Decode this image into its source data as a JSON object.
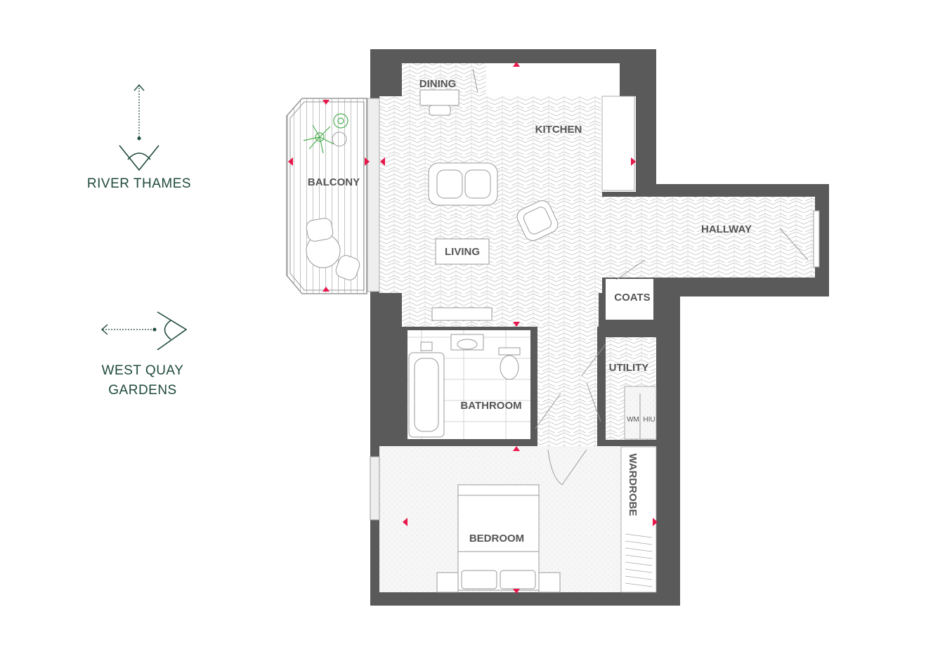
{
  "colors": {
    "wall": "#5a5a5a",
    "floor_line": "#c9c9c9",
    "fixture_line": "#9a9a9a",
    "marker": "#e8174a",
    "plant": "#4caf50",
    "view_text": "#1f4a3c"
  },
  "views": [
    {
      "label": "RIVER THAMES",
      "direction": "north"
    },
    {
      "label_line1": "WEST QUAY",
      "label_line2": "GARDENS",
      "direction": "west"
    }
  ],
  "rooms": {
    "dining": "DINING",
    "kitchen": "KITCHEN",
    "balcony": "BALCONY",
    "living": "LIVING",
    "hallway": "HALLWAY",
    "coats": "COATS",
    "utility": "UTILITY",
    "wm": "WM",
    "hiu": "HIU",
    "bathroom": "BATHROOM",
    "wardrobe": "WARDROBE",
    "bedroom": "BEDROOM"
  },
  "icons": {
    "view_north": "eye-arrow-up-icon",
    "view_west": "eye-arrow-left-icon",
    "dimension_marker": "triangle-marker-icon"
  }
}
